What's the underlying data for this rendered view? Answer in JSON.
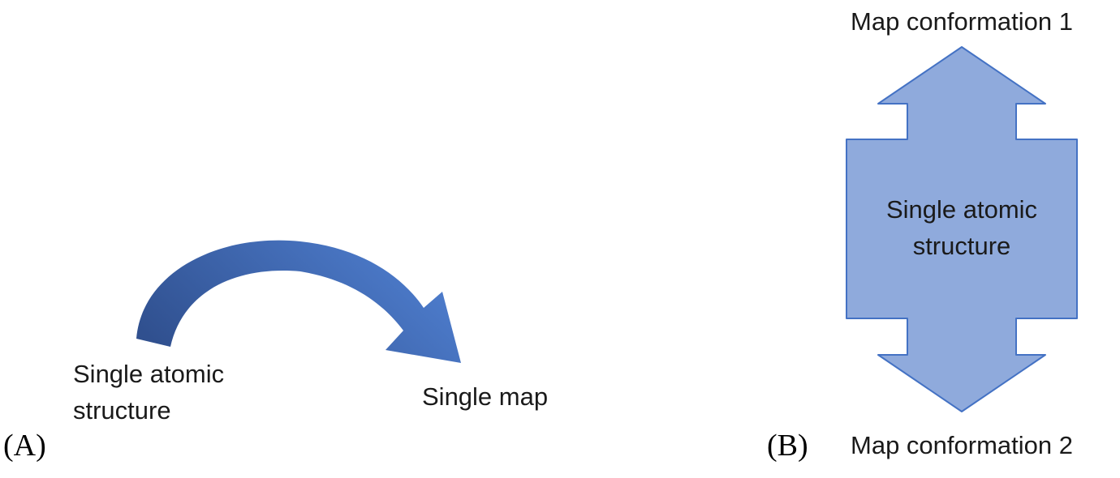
{
  "panel_a": {
    "label": "(A)",
    "source_line1": "Single atomic",
    "source_line2": "structure",
    "target_text": "Single map"
  },
  "panel_b": {
    "label": "(B)",
    "top_text": "Map conformation 1",
    "center_line1": "Single atomic",
    "center_line2": "structure",
    "bottom_text": "Map conformation 2"
  },
  "colors": {
    "arrow_gradient_start": "#30508f",
    "arrow_gradient_end": "#4f7fd0",
    "shape_fill": "#8faadc",
    "shape_stroke": "#4472c4",
    "text": "#1a1a1a",
    "background": "#ffffff"
  }
}
